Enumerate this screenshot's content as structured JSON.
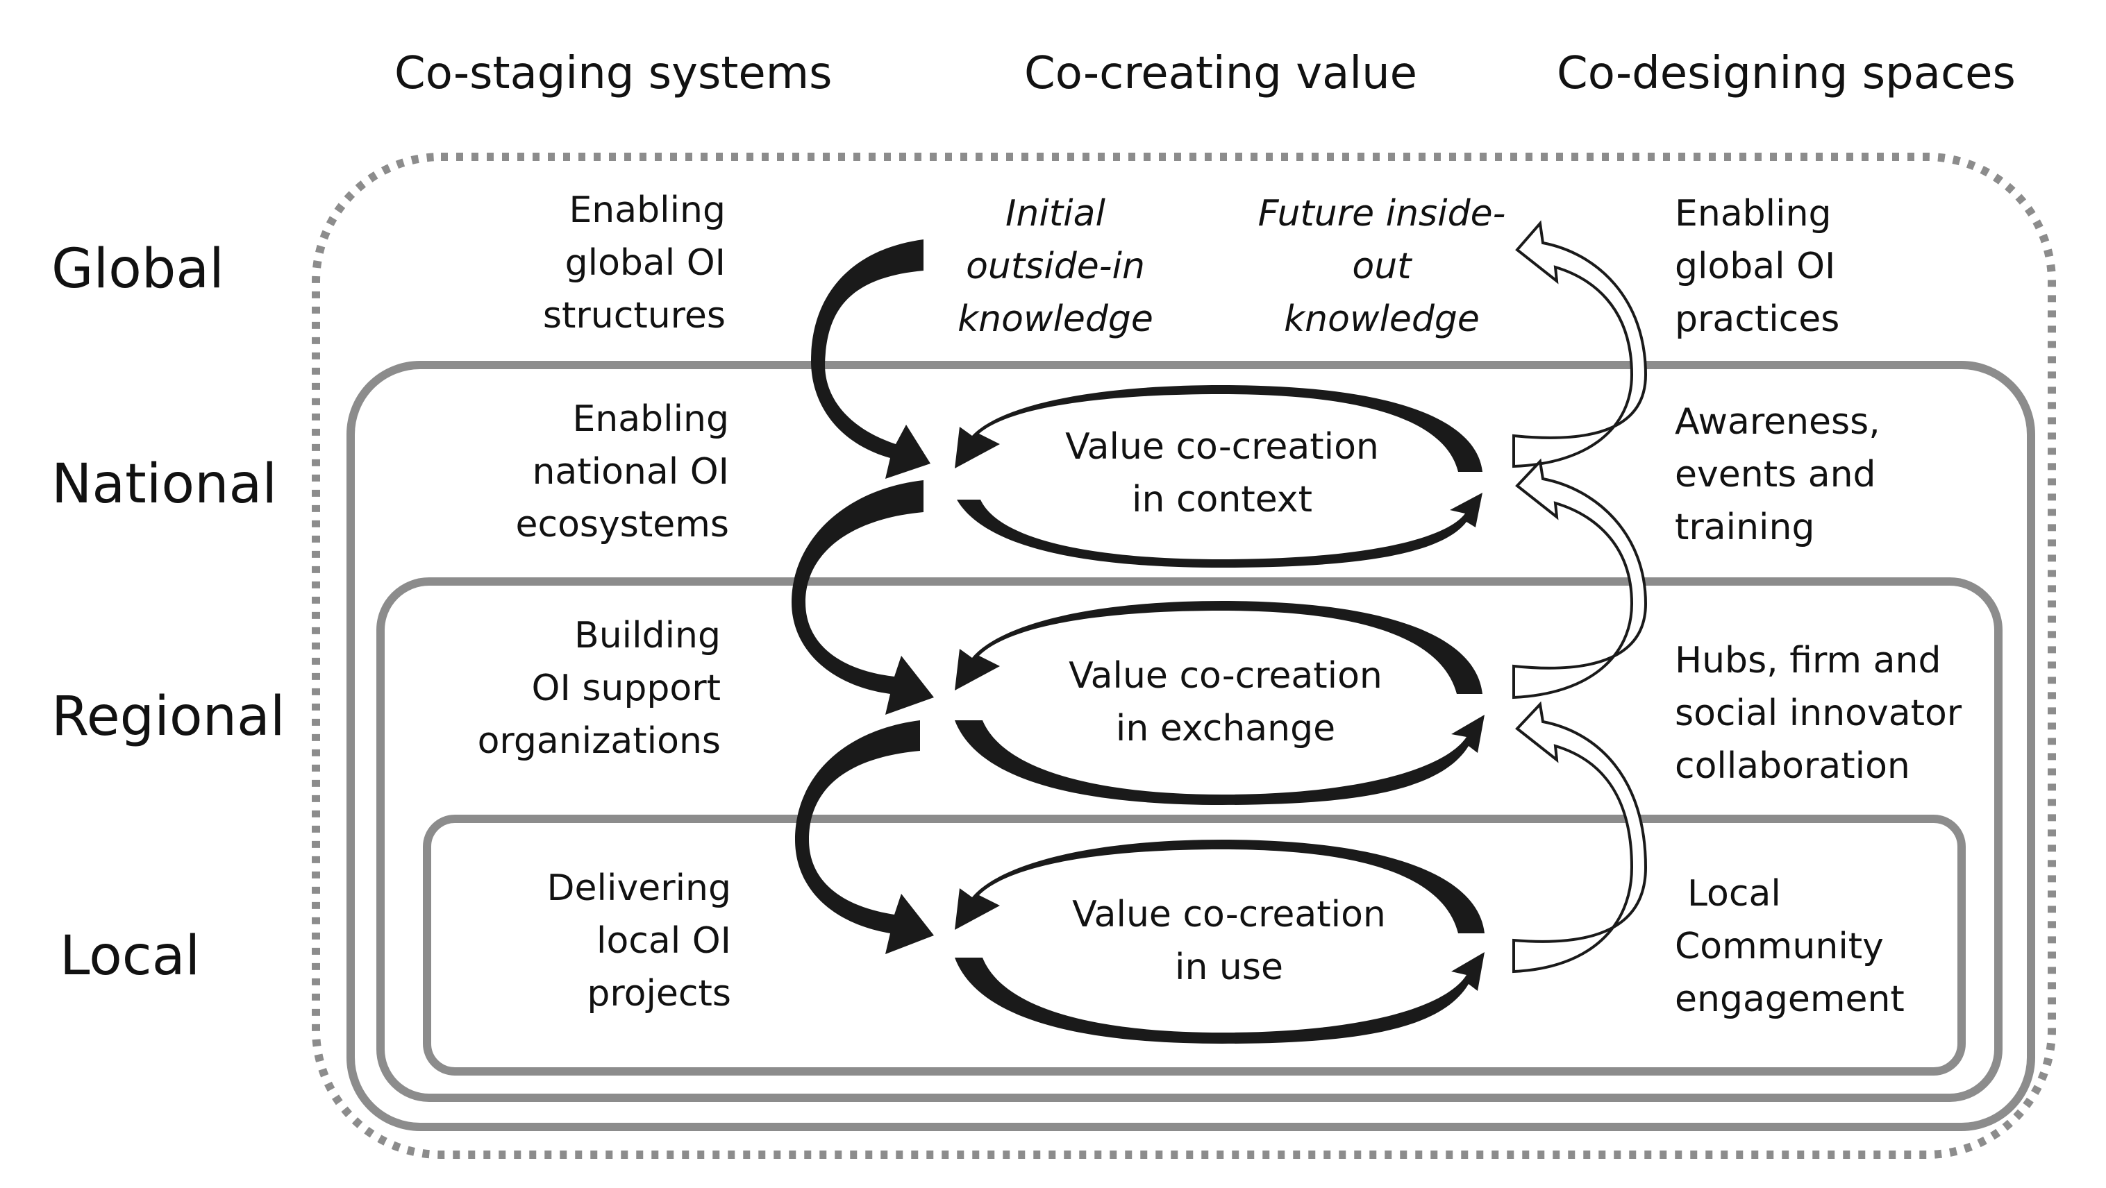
{
  "columns": {
    "left": "Co-staging systems",
    "center": "Co-creating value",
    "right": "Co-designing spaces"
  },
  "levels": [
    "Global",
    "National",
    "Regional",
    "Local"
  ],
  "left_labels": [
    [
      "Enabling",
      "global OI",
      "structures"
    ],
    [
      "Enabling",
      "national OI",
      "ecosystems"
    ],
    [
      "Building",
      "OI support",
      "organizations"
    ],
    [
      "Delivering",
      "local OI",
      "projects"
    ]
  ],
  "right_labels": [
    [
      "Enabling",
      "global OI",
      "practices"
    ],
    [
      "Awareness,",
      "events and",
      "training"
    ],
    [
      "Hubs, firm and",
      "social innovator",
      "collaboration"
    ],
    [
      "Local",
      "Community",
      "engagement"
    ]
  ],
  "knowledge": {
    "initial": [
      "Initial",
      "outside-in",
      "knowledge"
    ],
    "future": [
      "Future inside-",
      "out",
      "knowledge"
    ]
  },
  "cycles": [
    [
      "Value co-creation",
      "in context"
    ],
    [
      "Value co-creation",
      "in exchange"
    ],
    [
      "Value co-creation",
      "in use"
    ]
  ],
  "colors": {
    "frame": "#8c8c8c",
    "arrow_fill": "#1a1a1a",
    "hollow_fill": "#ffffff",
    "text": "#111111"
  }
}
